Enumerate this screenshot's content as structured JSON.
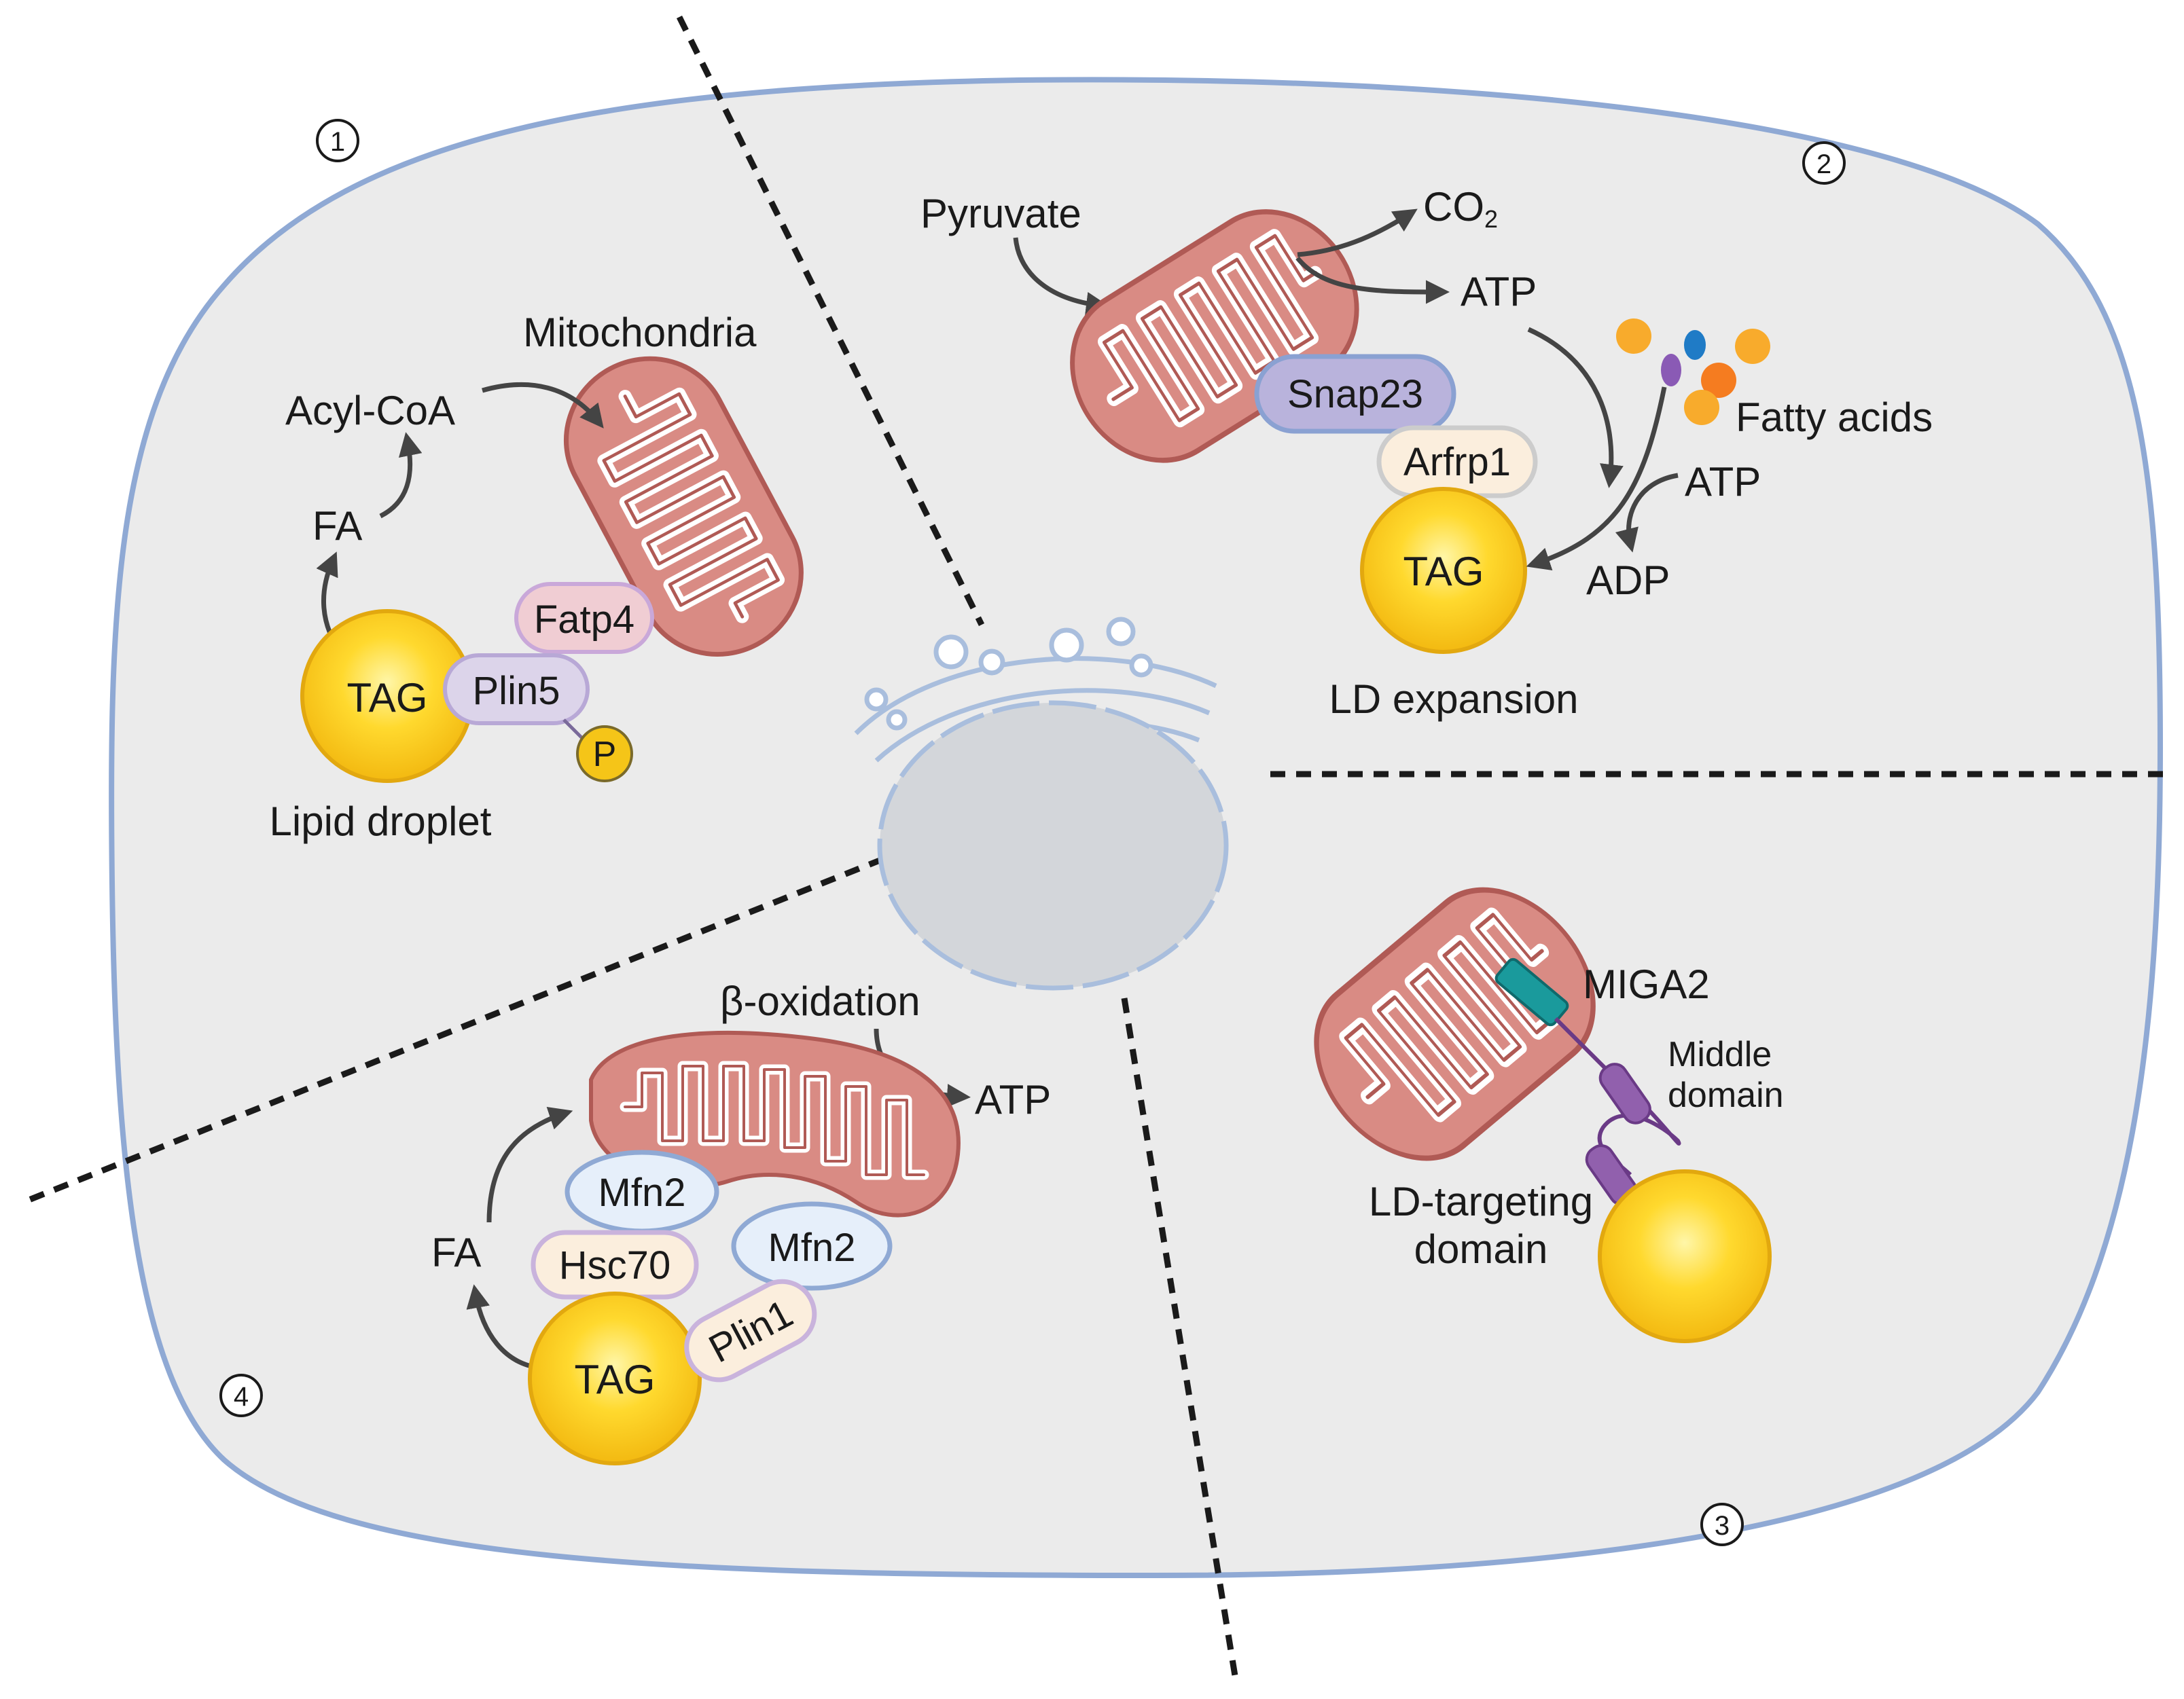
{
  "quadrant_numbers": {
    "q1": "1",
    "q2": "2",
    "q3": "3",
    "q4": "4"
  },
  "q1": {
    "mitochondria": "Mitochondria",
    "acyl_coa": "Acyl-CoA",
    "fa": "FA",
    "fatp4": "Fatp4",
    "plin5": "Plin5",
    "tag": "TAG",
    "phospho": "P",
    "lipid_droplet": "Lipid droplet"
  },
  "q2": {
    "pyruvate": "Pyruvate",
    "co2_main": "CO",
    "co2_sub": "2",
    "atp_top": "ATP",
    "snap23": "Snap23",
    "arfrp1": "Arfrp1",
    "fatty_acids": "Fatty acids",
    "atp_right": "ATP",
    "adp": "ADP",
    "tag": "TAG",
    "ld_expansion": "LD expansion"
  },
  "q3": {
    "miga2": "MIGA2",
    "middle_domain_l1": "Middle",
    "middle_domain_l2": "domain",
    "ld_targeting_l1": "LD-targeting",
    "ld_targeting_l2": "domain"
  },
  "q4": {
    "beta_oxidation": "β-oxidation",
    "atp": "ATP",
    "fa": "FA",
    "mfn2_left": "Mfn2",
    "mfn2_right": "Mfn2",
    "hsc70": "Hsc70",
    "plin1": "Plin1",
    "tag": "TAG"
  },
  "colors": {
    "cell_fill": "#ebebeb",
    "cell_border": "#8fa9d4",
    "mito_fill": "#d98b84",
    "mito_border": "#b05a55",
    "ld_fill": "#f5c518",
    "ld_border": "#e2a80f",
    "arrow": "#444444"
  }
}
